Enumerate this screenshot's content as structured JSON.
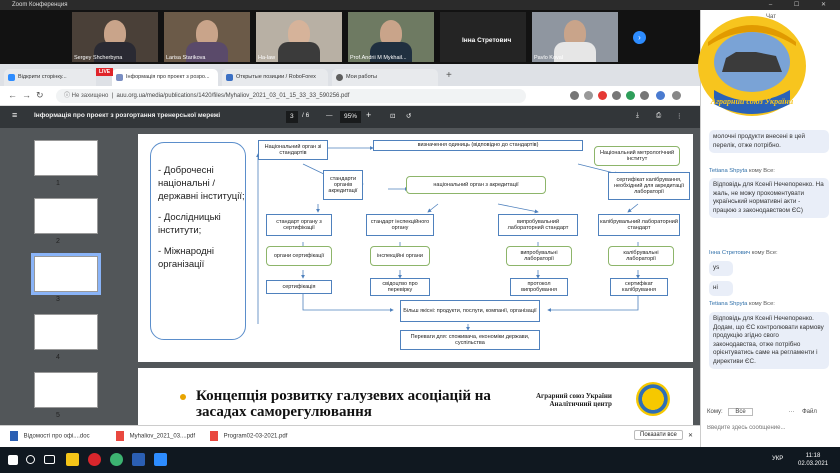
{
  "zoom": {
    "title": "Zoom Конференция",
    "window_controls": "–  ☐  ✕",
    "participants": [
      {
        "name": "Sergey Shcherbyna"
      },
      {
        "name": "Larisa Starikova"
      },
      {
        "name": "Ha-law"
      },
      {
        "name": "Prof.Andrii M Mykhail..."
      },
      {
        "name": "Інна Стретович"
      },
      {
        "name": "Pavlo Koval"
      }
    ],
    "next_label": "›",
    "live_label": "LIVE"
  },
  "browser": {
    "tabs": [
      {
        "label": "Відкрити сторінку..."
      },
      {
        "label": "Інформація про проект з розро..."
      },
      {
        "label": "Открытые позиции / RoboForex"
      },
      {
        "label": "Мои работы"
      }
    ],
    "new_tab": "+",
    "url_warning": "ⓘ Не захищено",
    "url": "auu.org.ua/media/publications/1420/files/Myhaliov_2021_03_01_15_33_33_590256.pdf",
    "accent": "#2d8cff"
  },
  "pdf": {
    "menu_icon": "≡",
    "doc_title": "Інформація про проект з розгортання тренерської мережі",
    "page_current": "3",
    "page_sep": "/ 6",
    "zoom_value": "95%",
    "zoom_minus": "—",
    "zoom_plus": "+",
    "thumb_pages": [
      "1",
      "2",
      "3",
      "4",
      "5"
    ],
    "selected_page": 3
  },
  "slide": {
    "bullets": [
      "Доброчесні національні / державні інституції;",
      "Дослідницькі інститути;",
      "Міжнародні організації"
    ],
    "boxes": {
      "nat_standards_body": "Національний орган зі стандартів",
      "units": "визначення одиниць (відповідно до стандартів)",
      "nat_metrology": "Національний метрологічний інститут",
      "accredit_standards": "стандарти органів акредитації",
      "nat_accredit_body": "національний орган з акредитації",
      "calib_certificate": "сертифікат калібрування, необхідний для акредитації лабораторії",
      "cert_body_standard": "стандарт органу з сертифікації",
      "inspect_body_standard": "стандарт інспекційного органу",
      "test_lab_standard": "випробувальний лабораторний стандарт",
      "calib_lab_standard": "калібрувальний лабораторний стандарт",
      "cert_bodies": "органи сертифікації",
      "inspect_bodies": "інспекційні органи",
      "test_labs": "випробувальні лабораторії",
      "calib_labs": "калібрувальні лабораторії",
      "certification": "сертифікація",
      "inspection_cert": "свідоцтво про перевірку",
      "test_protocol": "протокол випробування",
      "calib_cert": "сертифікат калібрування",
      "safer": "Більш якісні: продукти, послуги, компанії, організації",
      "benefits": "Переваги для: споживача, економіки держави, суспільства"
    },
    "next_title": "Концепція розвитку галузевих асоціацій на засадах саморегулювання",
    "union_name_1": "Аграрний союз України",
    "union_name_2": "Аналітичний центр"
  },
  "downloads": {
    "items": [
      {
        "label": "Відомості про офі....doc"
      },
      {
        "label": "Myhaliov_2021_03....pdf"
      },
      {
        "label": "Program02-03-2021.pdf"
      }
    ],
    "show_all": "Показати все",
    "close": "✕"
  },
  "chat": {
    "title": "Чат",
    "messages": [
      {
        "text": "молочні продукти внесені в цей перелік, отже потрібно.",
        "meta": ""
      },
      {
        "meta_from": "Tetiana Shpyta",
        "meta_to": "комy Все:",
        "text": "Відповідь для Ксенії Нечепоренко. На жаль, не можу прокоментувати український нормативні акти - працюю з законодавством ЄС)"
      },
      {
        "meta_from": "Інна Стретович",
        "meta_to": "комy Все:",
        "text": "ys"
      },
      {
        "meta_from": "",
        "meta_to": "",
        "text": "ні"
      },
      {
        "meta_from": "Tetiana Shpyta",
        "meta_to": "комy Все:",
        "text": "Відповідь для Ксенії Нечепоренко. Додам, що ЄС контролювати кармову продукцію згідно свого законодавства, отже потрібно орієнтуватись саме на регламенти і директиви ЄС."
      }
    ],
    "to_label": "Кому:",
    "to_value": "Все",
    "file_label": "Файл",
    "input_placeholder": "Введите здесь сообщение...",
    "logo_text": "Аграрний союз України"
  },
  "taskbar": {
    "lang": "УКР",
    "time": "11:18",
    "date": "02.03.2021"
  }
}
